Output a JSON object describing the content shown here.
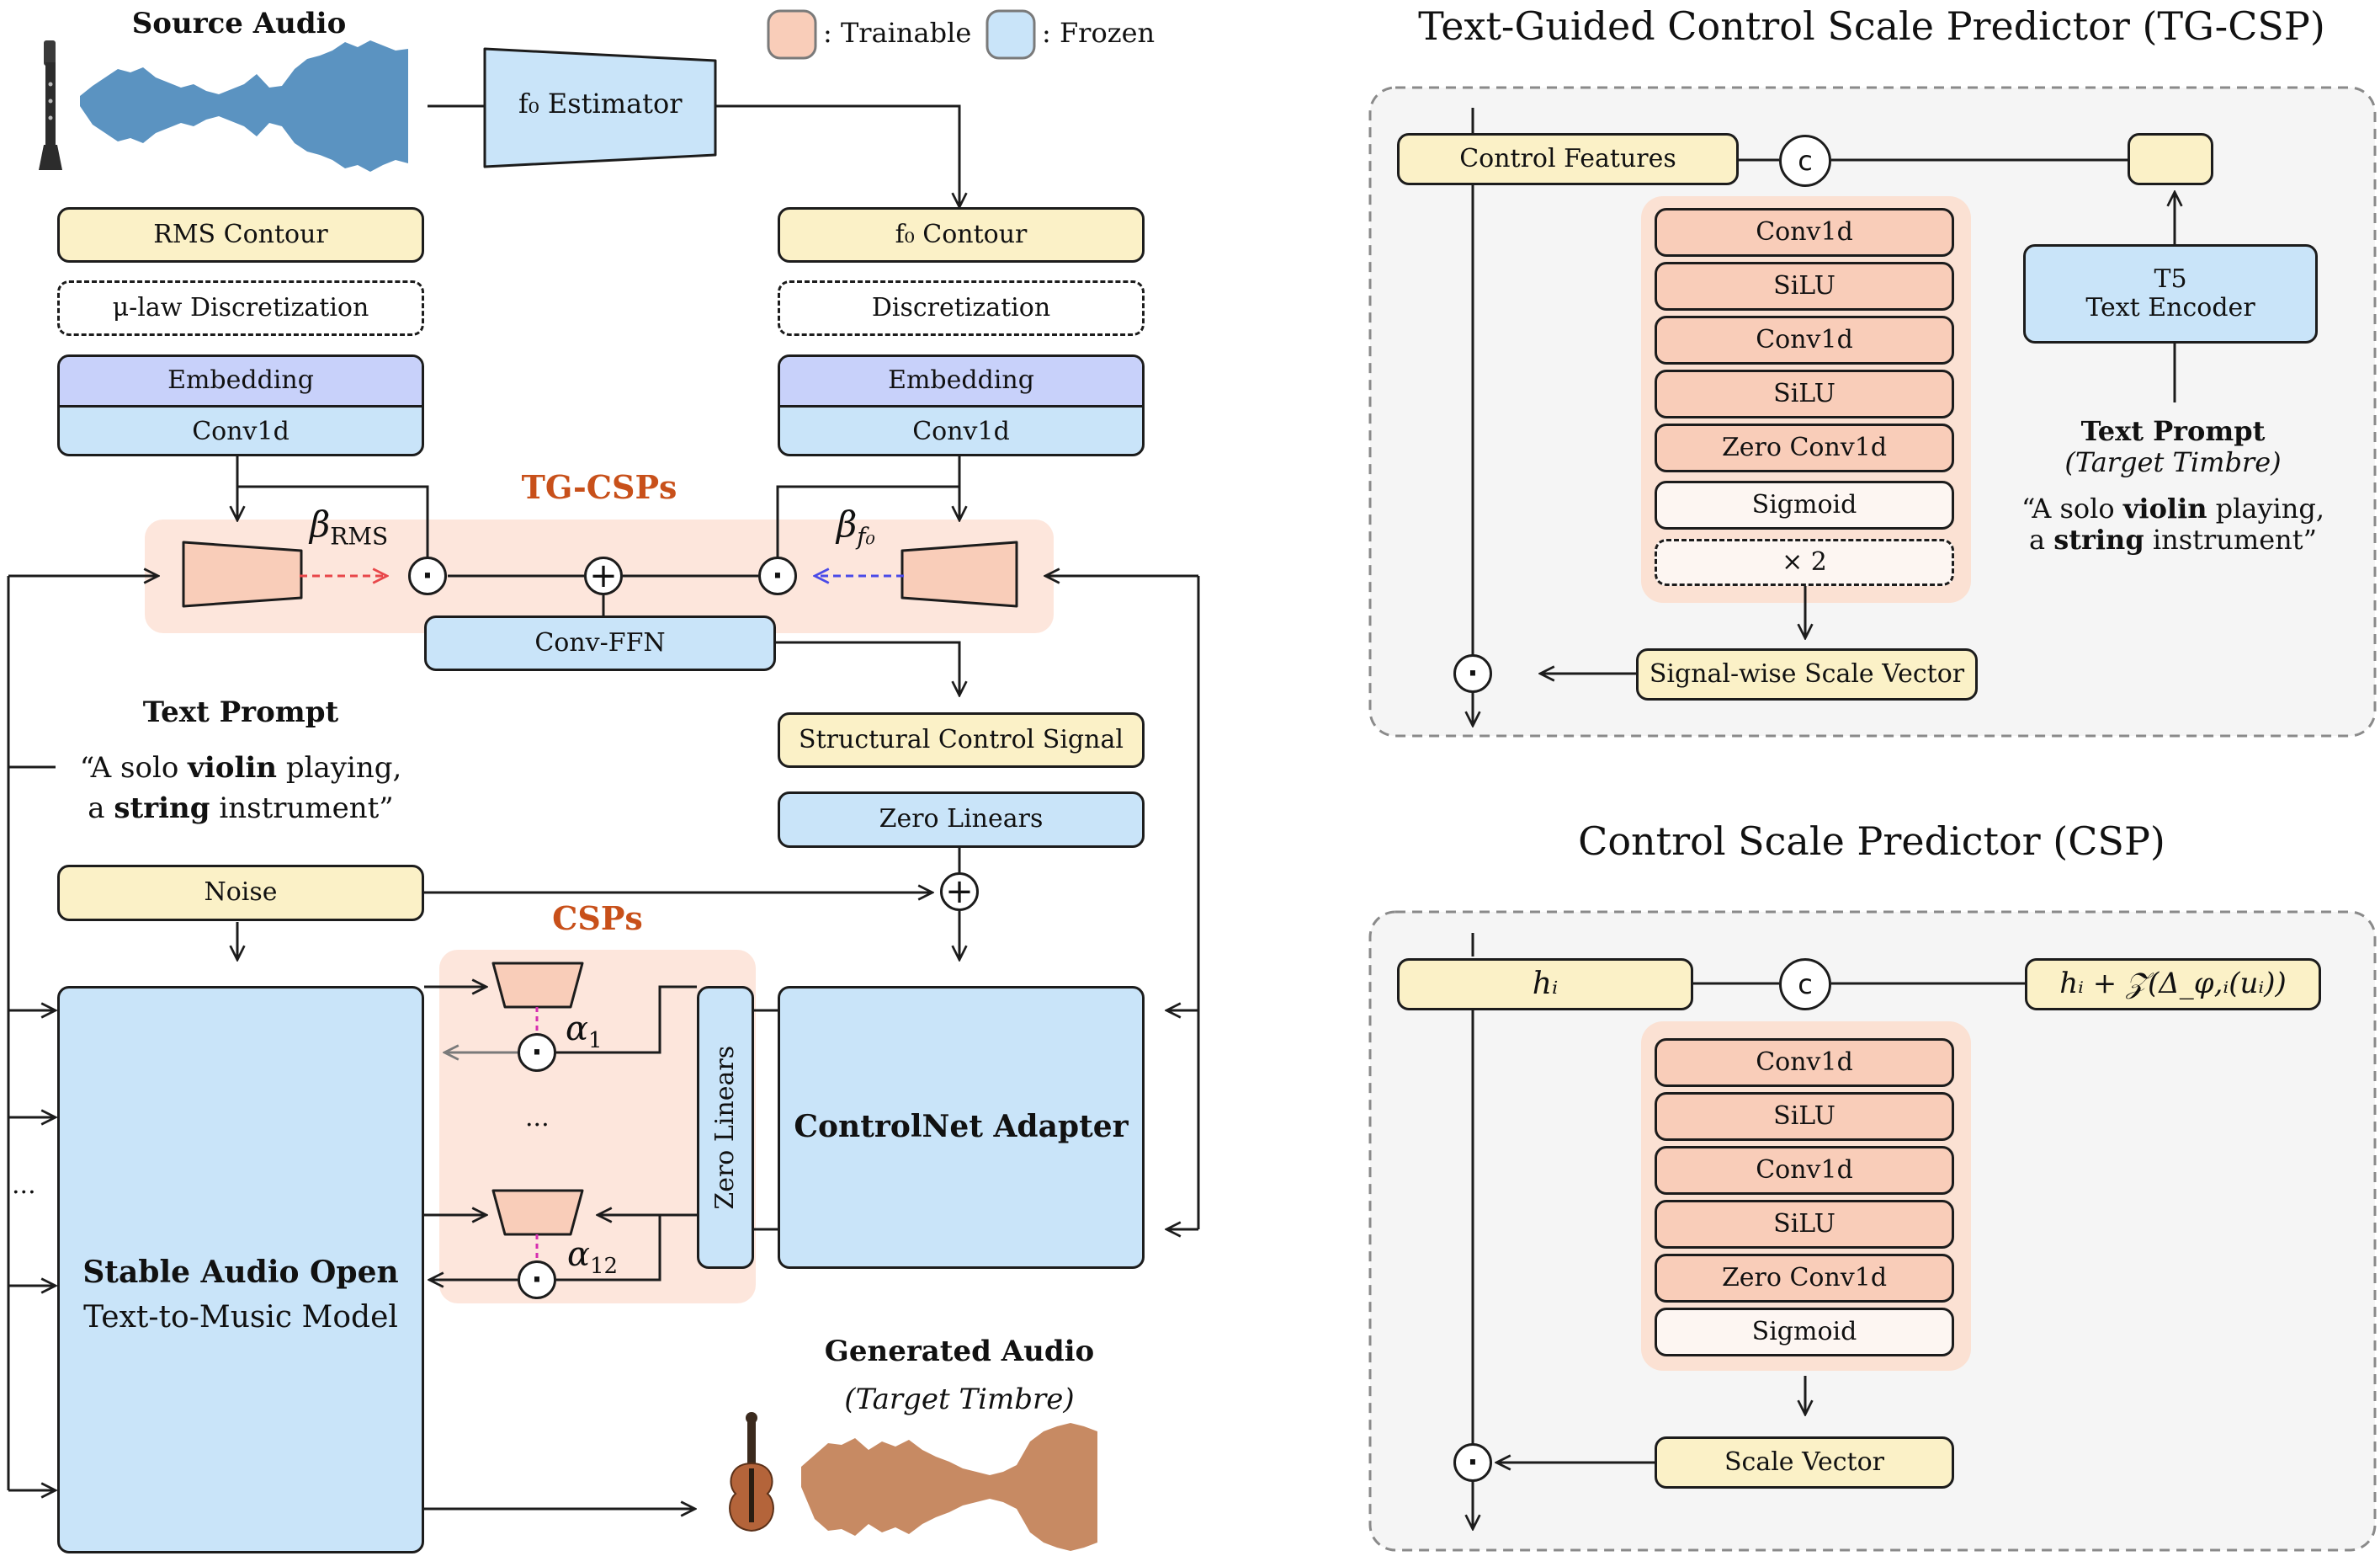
{
  "legend": {
    "trainable": ": Trainable",
    "frozen": ": Frozen"
  },
  "main": {
    "source_audio": "Source Audio",
    "f0_estimator": "f₀ Estimator",
    "rms_contour": "RMS Contour",
    "mu_law": "μ-law Discretization",
    "embedding": "Embedding",
    "conv1d": "Conv1d",
    "f0_contour": "f₀  Contour",
    "discretization": "Discretization",
    "tg_csps": "TG-CSPs",
    "beta_rms": "β",
    "beta_rms_sub": "RMS",
    "beta_f0": "β",
    "beta_f0_sub": "f₀",
    "conv_ffn": "Conv-FFN",
    "text_prompt_title": "Text Prompt",
    "text_prompt_l1_a": "“A solo ",
    "text_prompt_l1_b": "violin",
    "text_prompt_l1_c": " playing,",
    "text_prompt_l2_a": "a ",
    "text_prompt_l2_b": "string",
    "text_prompt_l2_c": " instrument”",
    "structural_control": "Structural Control Signal",
    "zero_linears": "Zero Linears",
    "noise": "Noise",
    "csps": "CSPs",
    "alpha_1": "α",
    "alpha_1_sub": "1",
    "alpha_12": "α",
    "alpha_12_sub": "12",
    "vdots": "...",
    "left_dots": "...",
    "zero_linears_vertical": "Zero Linears",
    "controlnet": "ControlNet Adapter",
    "sao_l1": "Stable Audio Open",
    "sao_l2": "Text-to-Music Model",
    "generated_audio": "Generated Audio",
    "target_timbre": "(Target Timbre)"
  },
  "tgcsp": {
    "title": "Text-Guided Control Scale Predictor (TG-CSP)",
    "control_features": "Control Features",
    "concat": "c",
    "layers": [
      "Conv1d",
      "SiLU",
      "Conv1d",
      "SiLU",
      "Zero Conv1d",
      "Sigmoid"
    ],
    "repeat": "× 2",
    "t5_l1": "T5",
    "t5_l2": "Text Encoder",
    "text_prompt_title": "Text Prompt",
    "target_timbre": "(Target Timbre)",
    "prompt_l1_a": "“A solo ",
    "prompt_l1_b": "violin",
    "prompt_l1_c": " playing,",
    "prompt_l2_a": "a ",
    "prompt_l2_b": "string",
    "prompt_l2_c": " instrument”",
    "scale_vector": "Signal-wise Scale Vector"
  },
  "csp": {
    "title": "Control Scale Predictor (CSP)",
    "h_i": "hᵢ",
    "h_expr": "hᵢ + 𝒵(Δ_φ,ᵢ(uᵢ))",
    "concat": "c",
    "layers": [
      "Conv1d",
      "SiLU",
      "Conv1d",
      "SiLU",
      "Zero Conv1d",
      "Sigmoid"
    ],
    "scale_vector": "Scale Vector"
  }
}
